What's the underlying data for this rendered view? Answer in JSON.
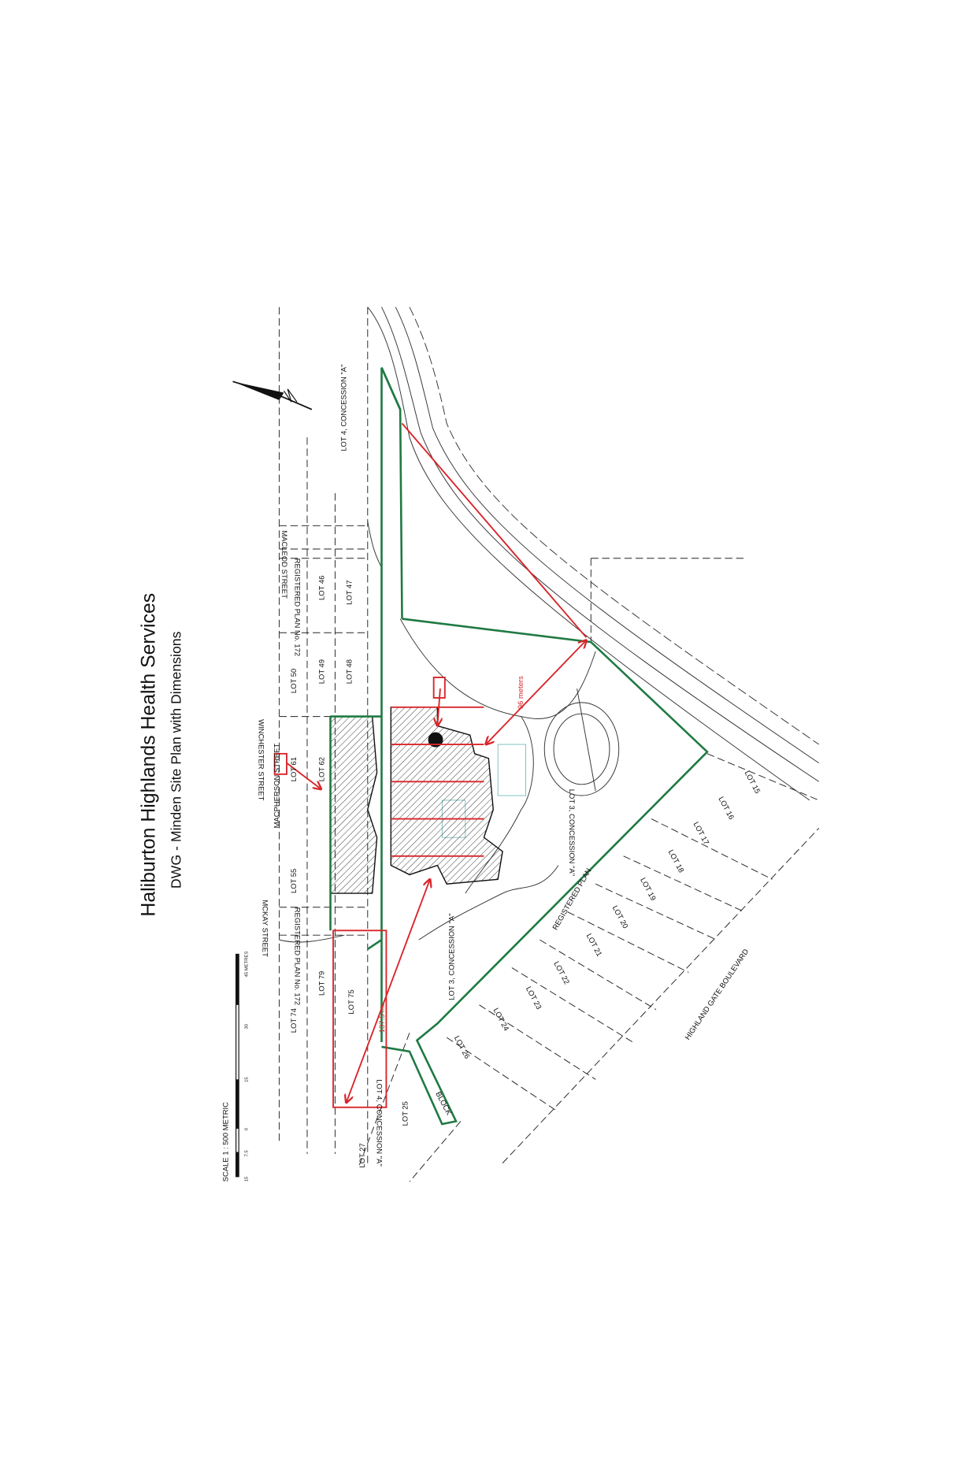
{
  "title": "Haliburton Highlands Health Services",
  "subtitle": "DWG - Minden Site Plan with Dimensions",
  "scale": {
    "label": "SCALE 1 : 500 METRIC",
    "ticks": [
      "15",
      "7.5",
      "0",
      "15",
      "30",
      "45 METRES"
    ]
  },
  "streets": {
    "macleod": "MACLEOD STREET",
    "winchester": "WINCHESTER STREET",
    "macpherson": "MACPHERSON STREET",
    "mckay": "MCKAY STREET",
    "highland_gate": "HIGHLAND GATE BOULEVARD"
  },
  "parcels": {
    "lot4_conc_a_north": "LOT 4, CONCESSION \"A\"",
    "lot4_conc_a_south": "LOT 4, CONCESSION \"A\"",
    "lot3_conc_a": "LOT 3, CONCESSION \"A\"",
    "lot3_conc_a_2": "LOT 3, CONCESSION \"A\"",
    "plan172_a": "REGISTERED PLAN No. 172",
    "plan172_b": "REGISTERED PLAN No. 172",
    "plan_r": "REGISTERED PLAN",
    "block": "BLOCK",
    "lots": [
      "LOT 74",
      "LOT 79",
      "LOT 75",
      "LOT 55",
      "LOT 61",
      "LOT 62",
      "LOT 50",
      "LOT 49",
      "LOT 48",
      "LOT 47",
      "LOT 46",
      "LOT 27",
      "LOT 26",
      "LOT 25",
      "LOT 24",
      "LOT 23",
      "LOT 22",
      "LOT 21",
      "LOT 20",
      "LOT 19",
      "LOT 18",
      "LOT 17",
      "LOT 16",
      "LOT 15"
    ]
  },
  "dimensions": {
    "d96": "96 meters",
    "d137": "137.5 m."
  },
  "colors": {
    "boundary": "#1f7a43",
    "dimension": "#d8262b"
  }
}
